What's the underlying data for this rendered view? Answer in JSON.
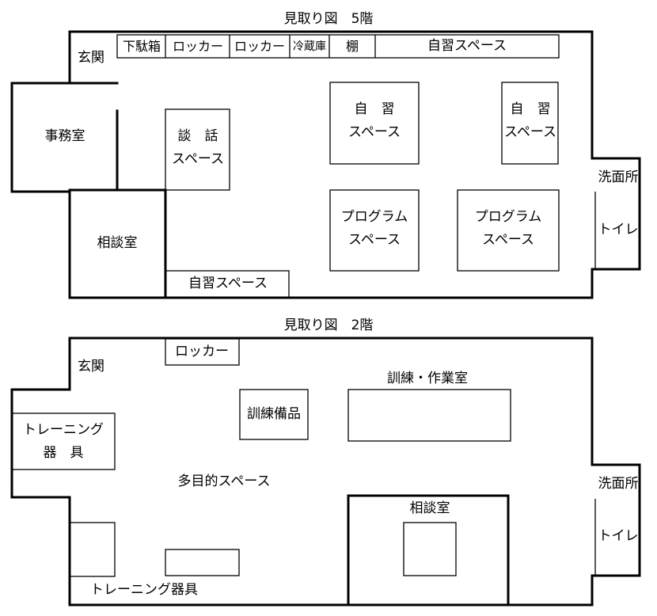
{
  "floor5": {
    "title": "見取り図　5階",
    "entrance": "玄関",
    "cabinets": [
      "下駄箱",
      "ロッカー",
      "ロッカー",
      "冷蔵庫",
      "棚",
      "自習スペース"
    ],
    "office": "事務室",
    "talk_space": [
      "談　話",
      "スペース"
    ],
    "study_a": [
      "自　習",
      "スペース"
    ],
    "study_b": [
      "自　習",
      "スペース"
    ],
    "program_a": [
      "プログラム",
      "スペース"
    ],
    "program_b": [
      "プログラム",
      "スペース"
    ],
    "consult": "相談室",
    "study_bottom": "自習スペース",
    "washroom": "洗面所",
    "toilet": "トイレ"
  },
  "floor2": {
    "title": "見取り図　2階",
    "entrance": "玄関",
    "locker": "ロッカー",
    "training_hall": "訓練・作業室",
    "training_supplies": "訓練備品",
    "training_equipment": [
      "トレーニング",
      "器　具"
    ],
    "multi_space": "多目的スペース",
    "consult": "相談室",
    "washroom": "洗面所",
    "toilet": "トイレ",
    "training_equipment_bottom": "トレーニング器具"
  }
}
